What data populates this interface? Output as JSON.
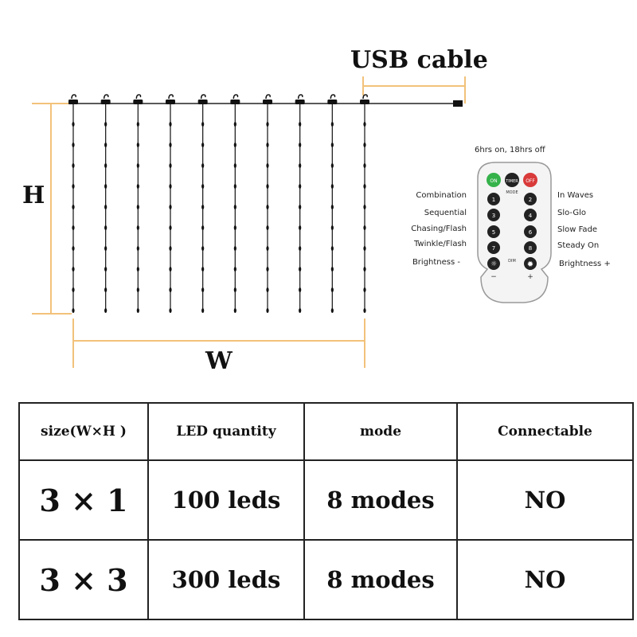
{
  "diagram": {
    "usb_label": "USB cable",
    "height_label": "H",
    "width_label": "W",
    "strand_count": 10,
    "colors": {
      "dimension": "#f2c27a",
      "wire": "#222222"
    }
  },
  "remote": {
    "top_note": "6hrs on, 18hrs off",
    "top_buttons": [
      "ON",
      "TIMER",
      "OFF"
    ],
    "mode_caption": "MODE",
    "dim_caption": "DIM",
    "left_labels": [
      "Combination",
      "Sequential",
      "Chasing/Flash",
      "Twinkle/Flash",
      "Brightness -"
    ],
    "right_labels": [
      "In Waves",
      "Slo-Glo",
      "Slow Fade",
      "Steady On",
      "Brightness +"
    ],
    "left_buttons": [
      "1",
      "3",
      "5",
      "7"
    ],
    "right_buttons": [
      "2",
      "4",
      "6",
      "8"
    ],
    "minus": "−",
    "plus": "+",
    "colors": {
      "on": "#35b24a",
      "off": "#d93a3a",
      "body": "#f4f4f4"
    }
  },
  "table": {
    "headers": [
      "size(W×H )",
      "LED quantity",
      "mode",
      "Connectable"
    ],
    "rows": [
      {
        "size": "3 × 1",
        "leds": "100 leds",
        "mode": "8 modes",
        "connectable": "NO"
      },
      {
        "size": "3 × 3",
        "leds": "300 leds",
        "mode": "8 modes",
        "connectable": "NO"
      }
    ]
  }
}
